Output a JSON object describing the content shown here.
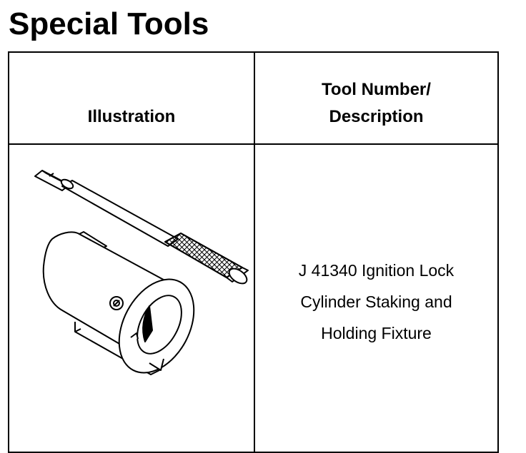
{
  "page": {
    "title": "Special Tools"
  },
  "table": {
    "headers": {
      "illustration": "Illustration",
      "tool_number_line1": "Tool Number/",
      "tool_number_line2": "Description"
    },
    "rows": [
      {
        "tool_number": "J 41340",
        "description_line1": "J 41340 Ignition Lock",
        "description_line2": "Cylinder Staking and",
        "description_line3": "Holding Fixture"
      }
    ]
  }
}
